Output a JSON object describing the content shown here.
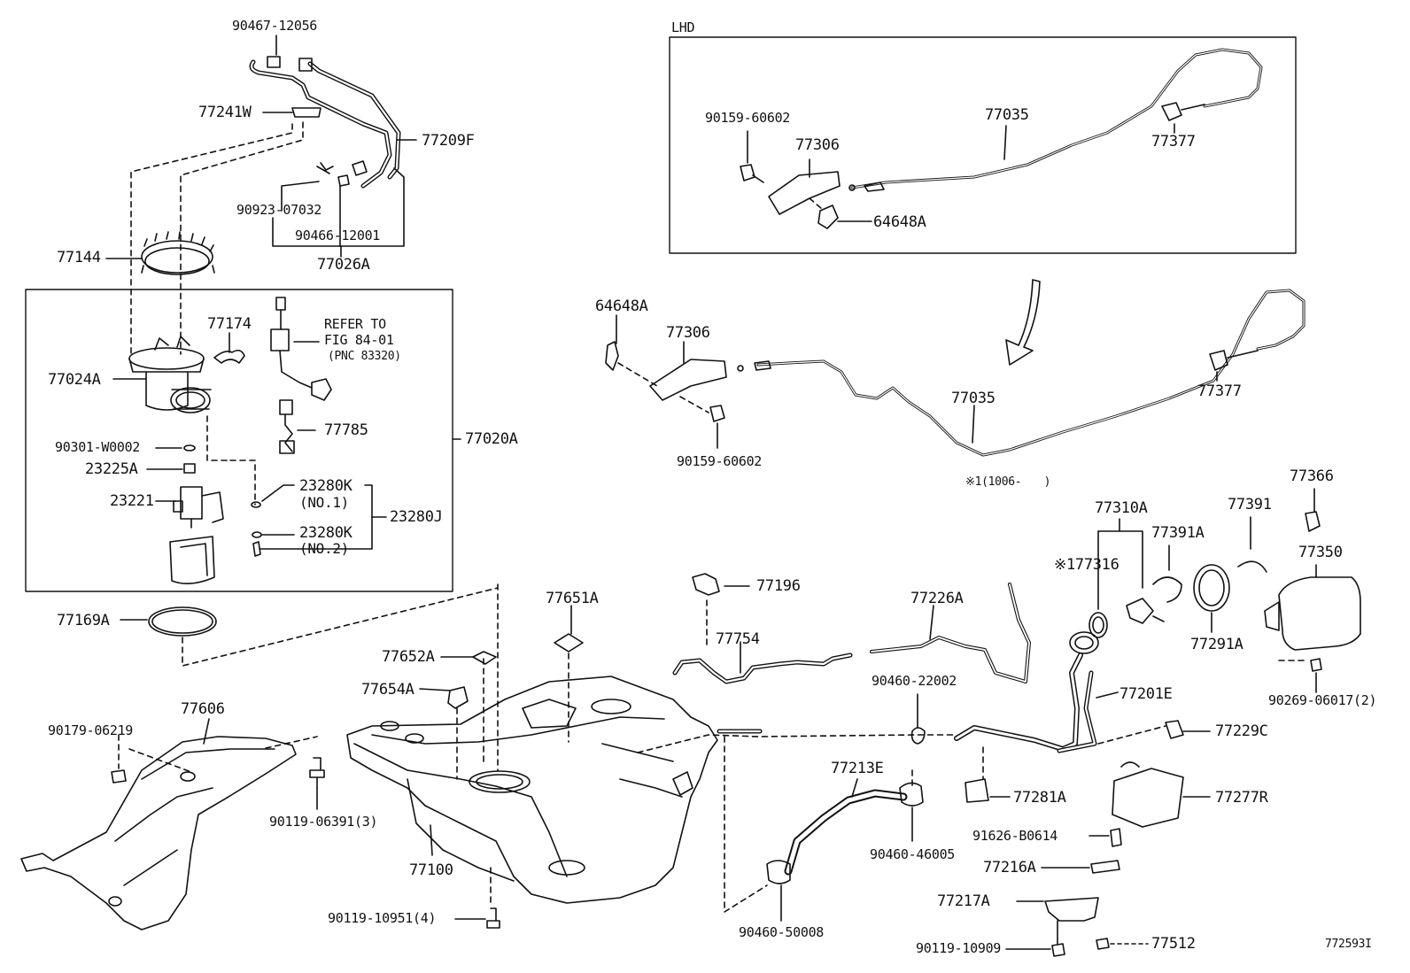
{
  "labels": {
    "p90467_12056": "90467-12056",
    "p77241W": "77241W",
    "p77209F": "77209F",
    "p90923_07032": "90923-07032",
    "p90466_12001": "90466-12001",
    "p77026A": "77026A",
    "p77144": "77144",
    "p77174": "77174",
    "refer_to": "REFER TO",
    "fig_84_01": "FIG 84-01",
    "pnc_83320": "(PNC 83320)",
    "p77024A": "77024A",
    "p77785": "77785",
    "p90301_W0002": "90301-W0002",
    "p77020A": "77020A",
    "p23225A": "23225A",
    "p23280K_1": "23280K",
    "no1": "(NO.1)",
    "p23221": "23221",
    "p23280K_2": "23280K",
    "p23280J": "23280J",
    "no2": "(NO.2)",
    "p77169A": "77169A",
    "p77606": "77606",
    "p90179_06219": "90179-06219",
    "p90119_06391": "90119-06391(3)",
    "p77651A": "77651A",
    "p77652A": "77652A",
    "p77654A": "77654A",
    "p77100": "77100",
    "p90119_10951": "90119-10951(4)",
    "p77196": "77196",
    "p77754": "77754",
    "p77226A": "77226A",
    "p90460_22002": "90460-22002",
    "p77213E": "77213E",
    "p90460_46005": "90460-46005",
    "p90460_50008": "90460-50008",
    "lhd": "LHD",
    "p90159_60602_top": "90159-60602",
    "p77306_top": "77306",
    "p77035_top": "77035",
    "p77377_top": "77377",
    "p64648A_top": "64648A",
    "p64648A_bot": "64648A",
    "p77306_bot": "77306",
    "p77035_bot": "77035",
    "p77377_bot": "77377",
    "p90159_60602_bot": "90159-60602",
    "note_1006": "※1(1006-　　)",
    "p77310A": "77310A",
    "p77391": "77391",
    "p77366": "77366",
    "p77391A": "77391A",
    "p77316": "※177316",
    "p77350": "77350",
    "p77291A": "77291A",
    "p90269_06017": "90269-06017(2)",
    "p77201E": "77201E",
    "p77229C": "77229C",
    "p77281A": "77281A",
    "p77277R": "77277R",
    "p91626_B0614": "91626-B0614",
    "p77216A": "77216A",
    "p77217A": "77217A",
    "p90119_10909": "90119-10909",
    "p77512": "77512",
    "figure_id": "772593I"
  }
}
